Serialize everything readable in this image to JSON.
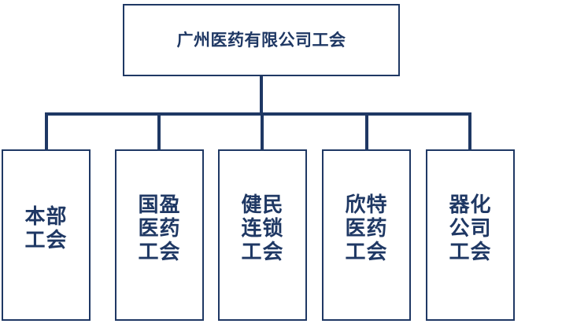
{
  "chart": {
    "type": "org-chart",
    "title": "广州医药有限公司工会",
    "accent_color": "#1F3864",
    "background_color": "#FFFFFF",
    "root": {
      "label": "广州医药有限公司工会"
    },
    "children": [
      {
        "label": "本部\n工会"
      },
      {
        "label": "国盈\n医药\n工会"
      },
      {
        "label": "健民\n连锁\n工会"
      },
      {
        "label": "欣特\n医药\n工会"
      },
      {
        "label": "器化\n公司\n工会"
      }
    ]
  }
}
